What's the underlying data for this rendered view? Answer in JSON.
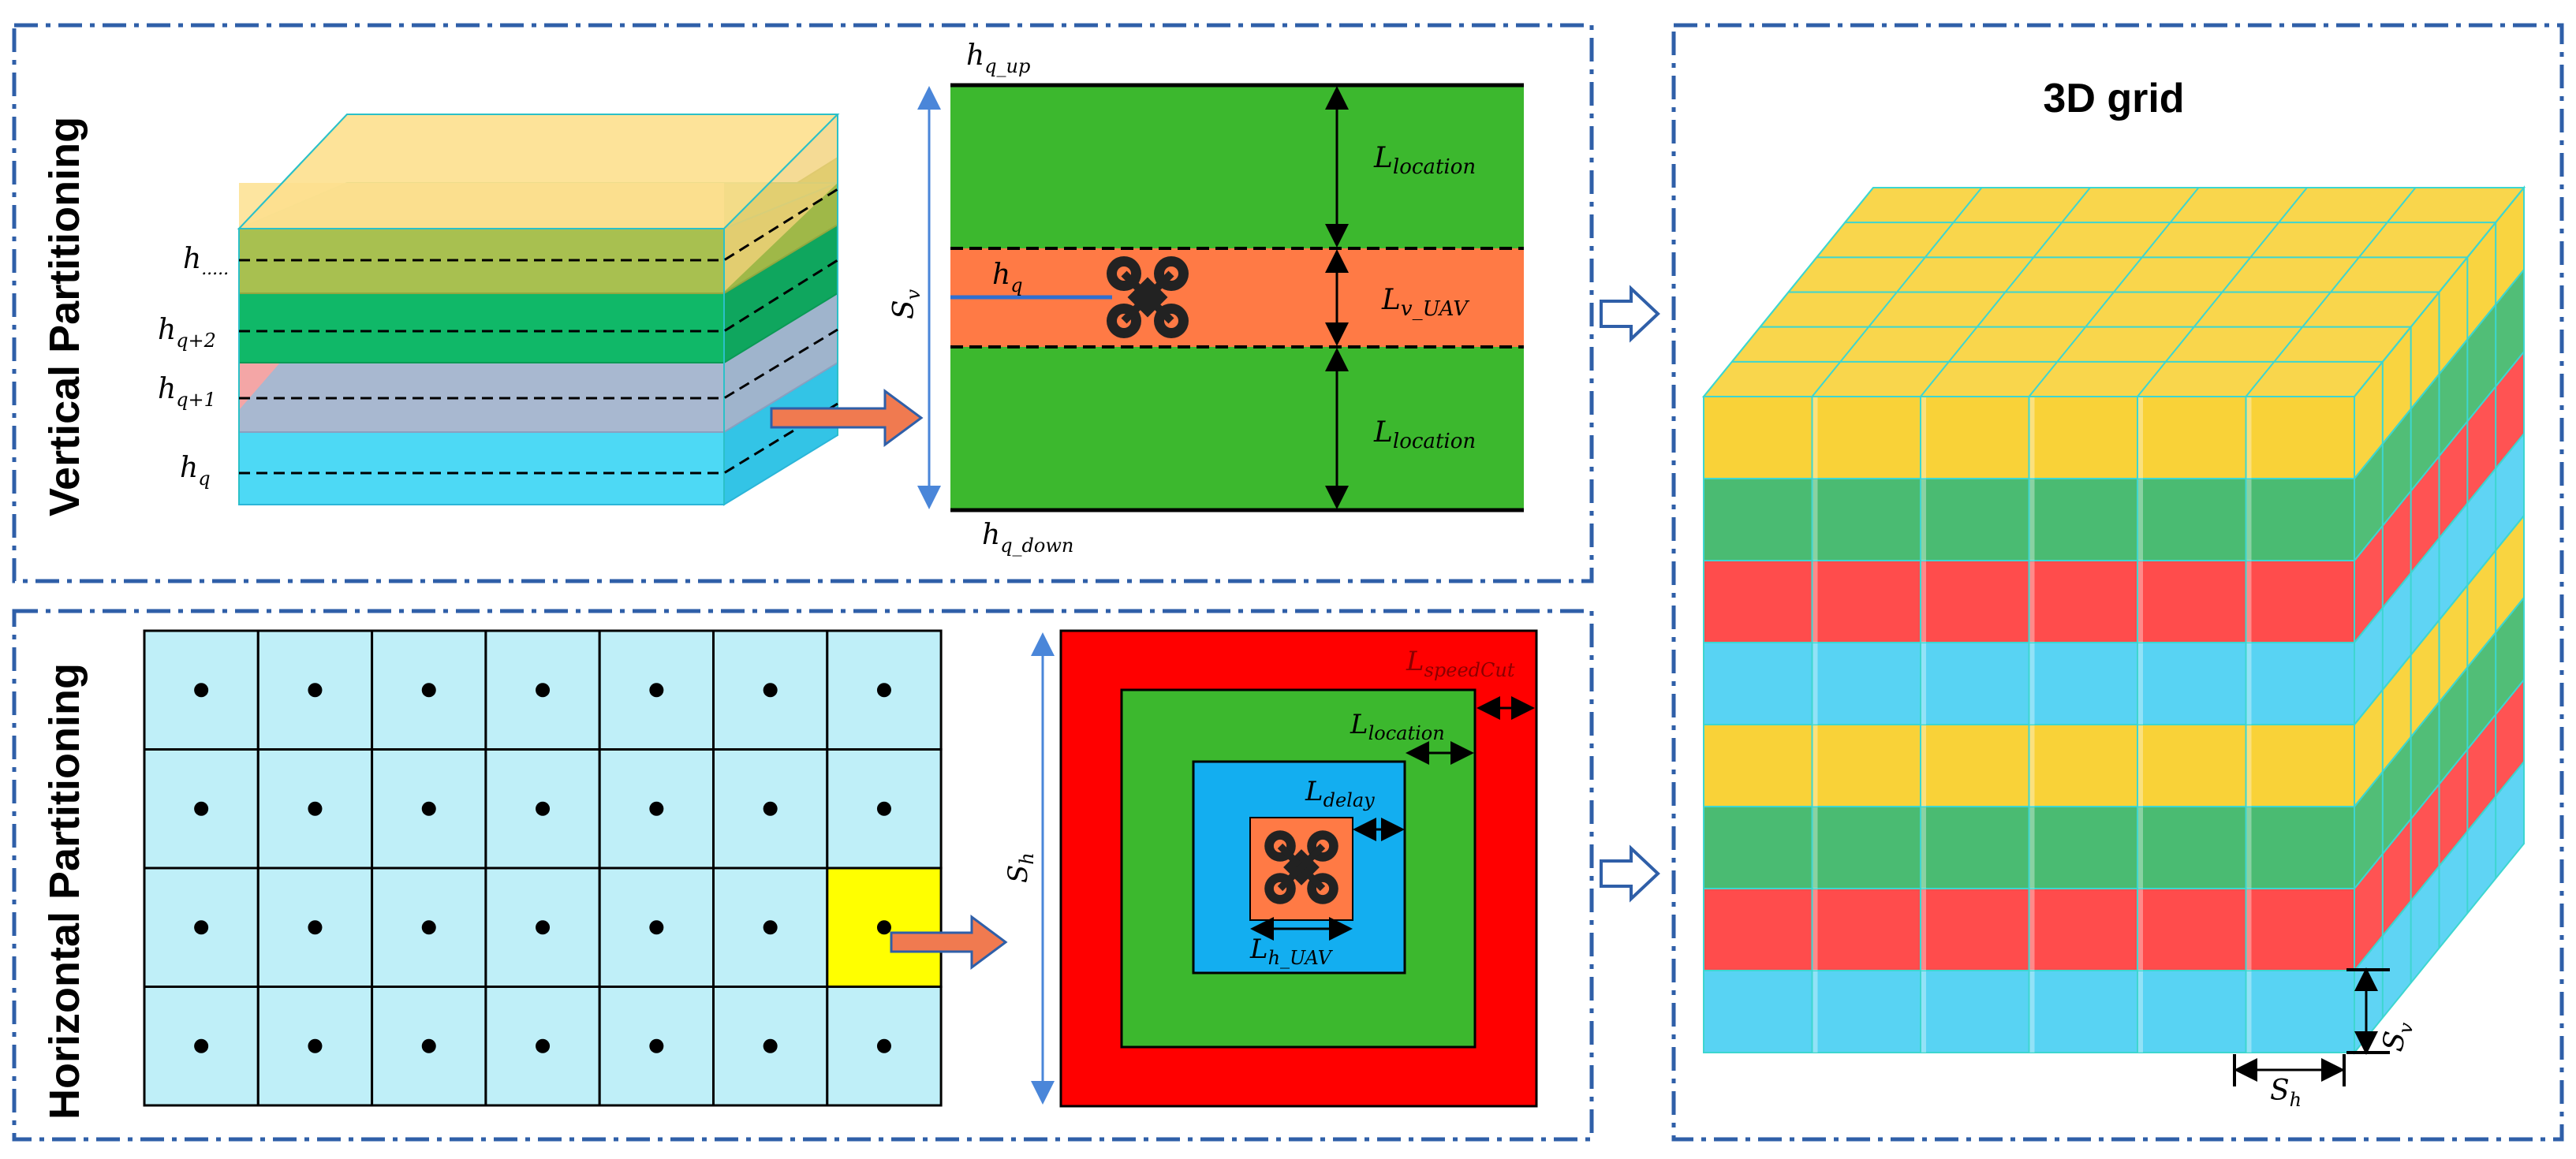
{
  "labels": {
    "vertical_title": "Vertical Partitioning",
    "horizontal_title": "Horizontal Partitioning",
    "grid_title": "3D grid"
  },
  "vertical": {
    "layer_labels": [
      {
        "base": "h",
        "sub": "....."
      },
      {
        "base": "h",
        "sub": "q+2"
      },
      {
        "base": "h",
        "sub": "q+1"
      },
      {
        "base": "h",
        "sub": "q"
      }
    ],
    "top_label": {
      "base": "h",
      "sub": "q_up"
    },
    "bottom_label": {
      "base": "h",
      "sub": "q_down"
    },
    "side_label": {
      "base": "S",
      "sub": "v"
    },
    "uav_label": {
      "base": "h",
      "sub": "q"
    },
    "upper_band_label": {
      "base": "L",
      "sub": "location"
    },
    "middle_band_label": {
      "base": "L",
      "sub": "v_UAV"
    },
    "lower_band_label": {
      "base": "L",
      "sub": "location"
    }
  },
  "horizontal": {
    "rows": 4,
    "cols": 7,
    "highlight_cell": {
      "row": 3,
      "col": 7
    },
    "side_label": {
      "base": "S",
      "sub": "h"
    },
    "speedcut_label": {
      "base": "L",
      "sub": "speedCut"
    },
    "location_label": {
      "base": "L",
      "sub": "location"
    },
    "delay_label": {
      "base": "L",
      "sub": "delay"
    },
    "uav_label": {
      "base": "L",
      "sub": "h_UAV"
    }
  },
  "grid3d": {
    "sv_label": {
      "base": "S",
      "sub": "v"
    },
    "sh_label": {
      "base": "S",
      "sub": "h"
    },
    "layers_bottom_to_top": [
      "blue",
      "red",
      "green",
      "yellow",
      "blue",
      "red",
      "green",
      "yellow"
    ]
  },
  "colors": {
    "panel_border": "#2f5fa8",
    "yellow": "#f7c500",
    "green": "#17a84a",
    "red": "#ff1a1a",
    "blue": "#29c6f0",
    "uav_band": "#ff7a45",
    "arrow": "#f07a50",
    "cell": "#bfeff8",
    "highlight": "#ffff00",
    "square_red": "#ff0000",
    "square_green": "#3cb82e",
    "square_blue": "#13aef0"
  }
}
